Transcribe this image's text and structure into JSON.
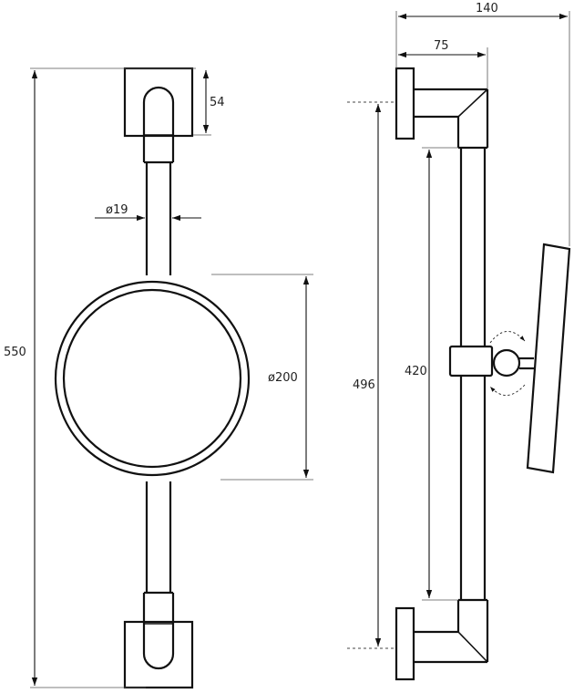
{
  "drawing": {
    "front_view": {
      "dims": {
        "overall_height": "550",
        "bracket_height": "54",
        "rod_diameter": "ø19",
        "mirror_diameter": "ø200"
      }
    },
    "side_view": {
      "dims": {
        "total_depth": "140",
        "bracket_depth": "75",
        "mount_spacing": "496",
        "slide_height": "420"
      }
    }
  }
}
